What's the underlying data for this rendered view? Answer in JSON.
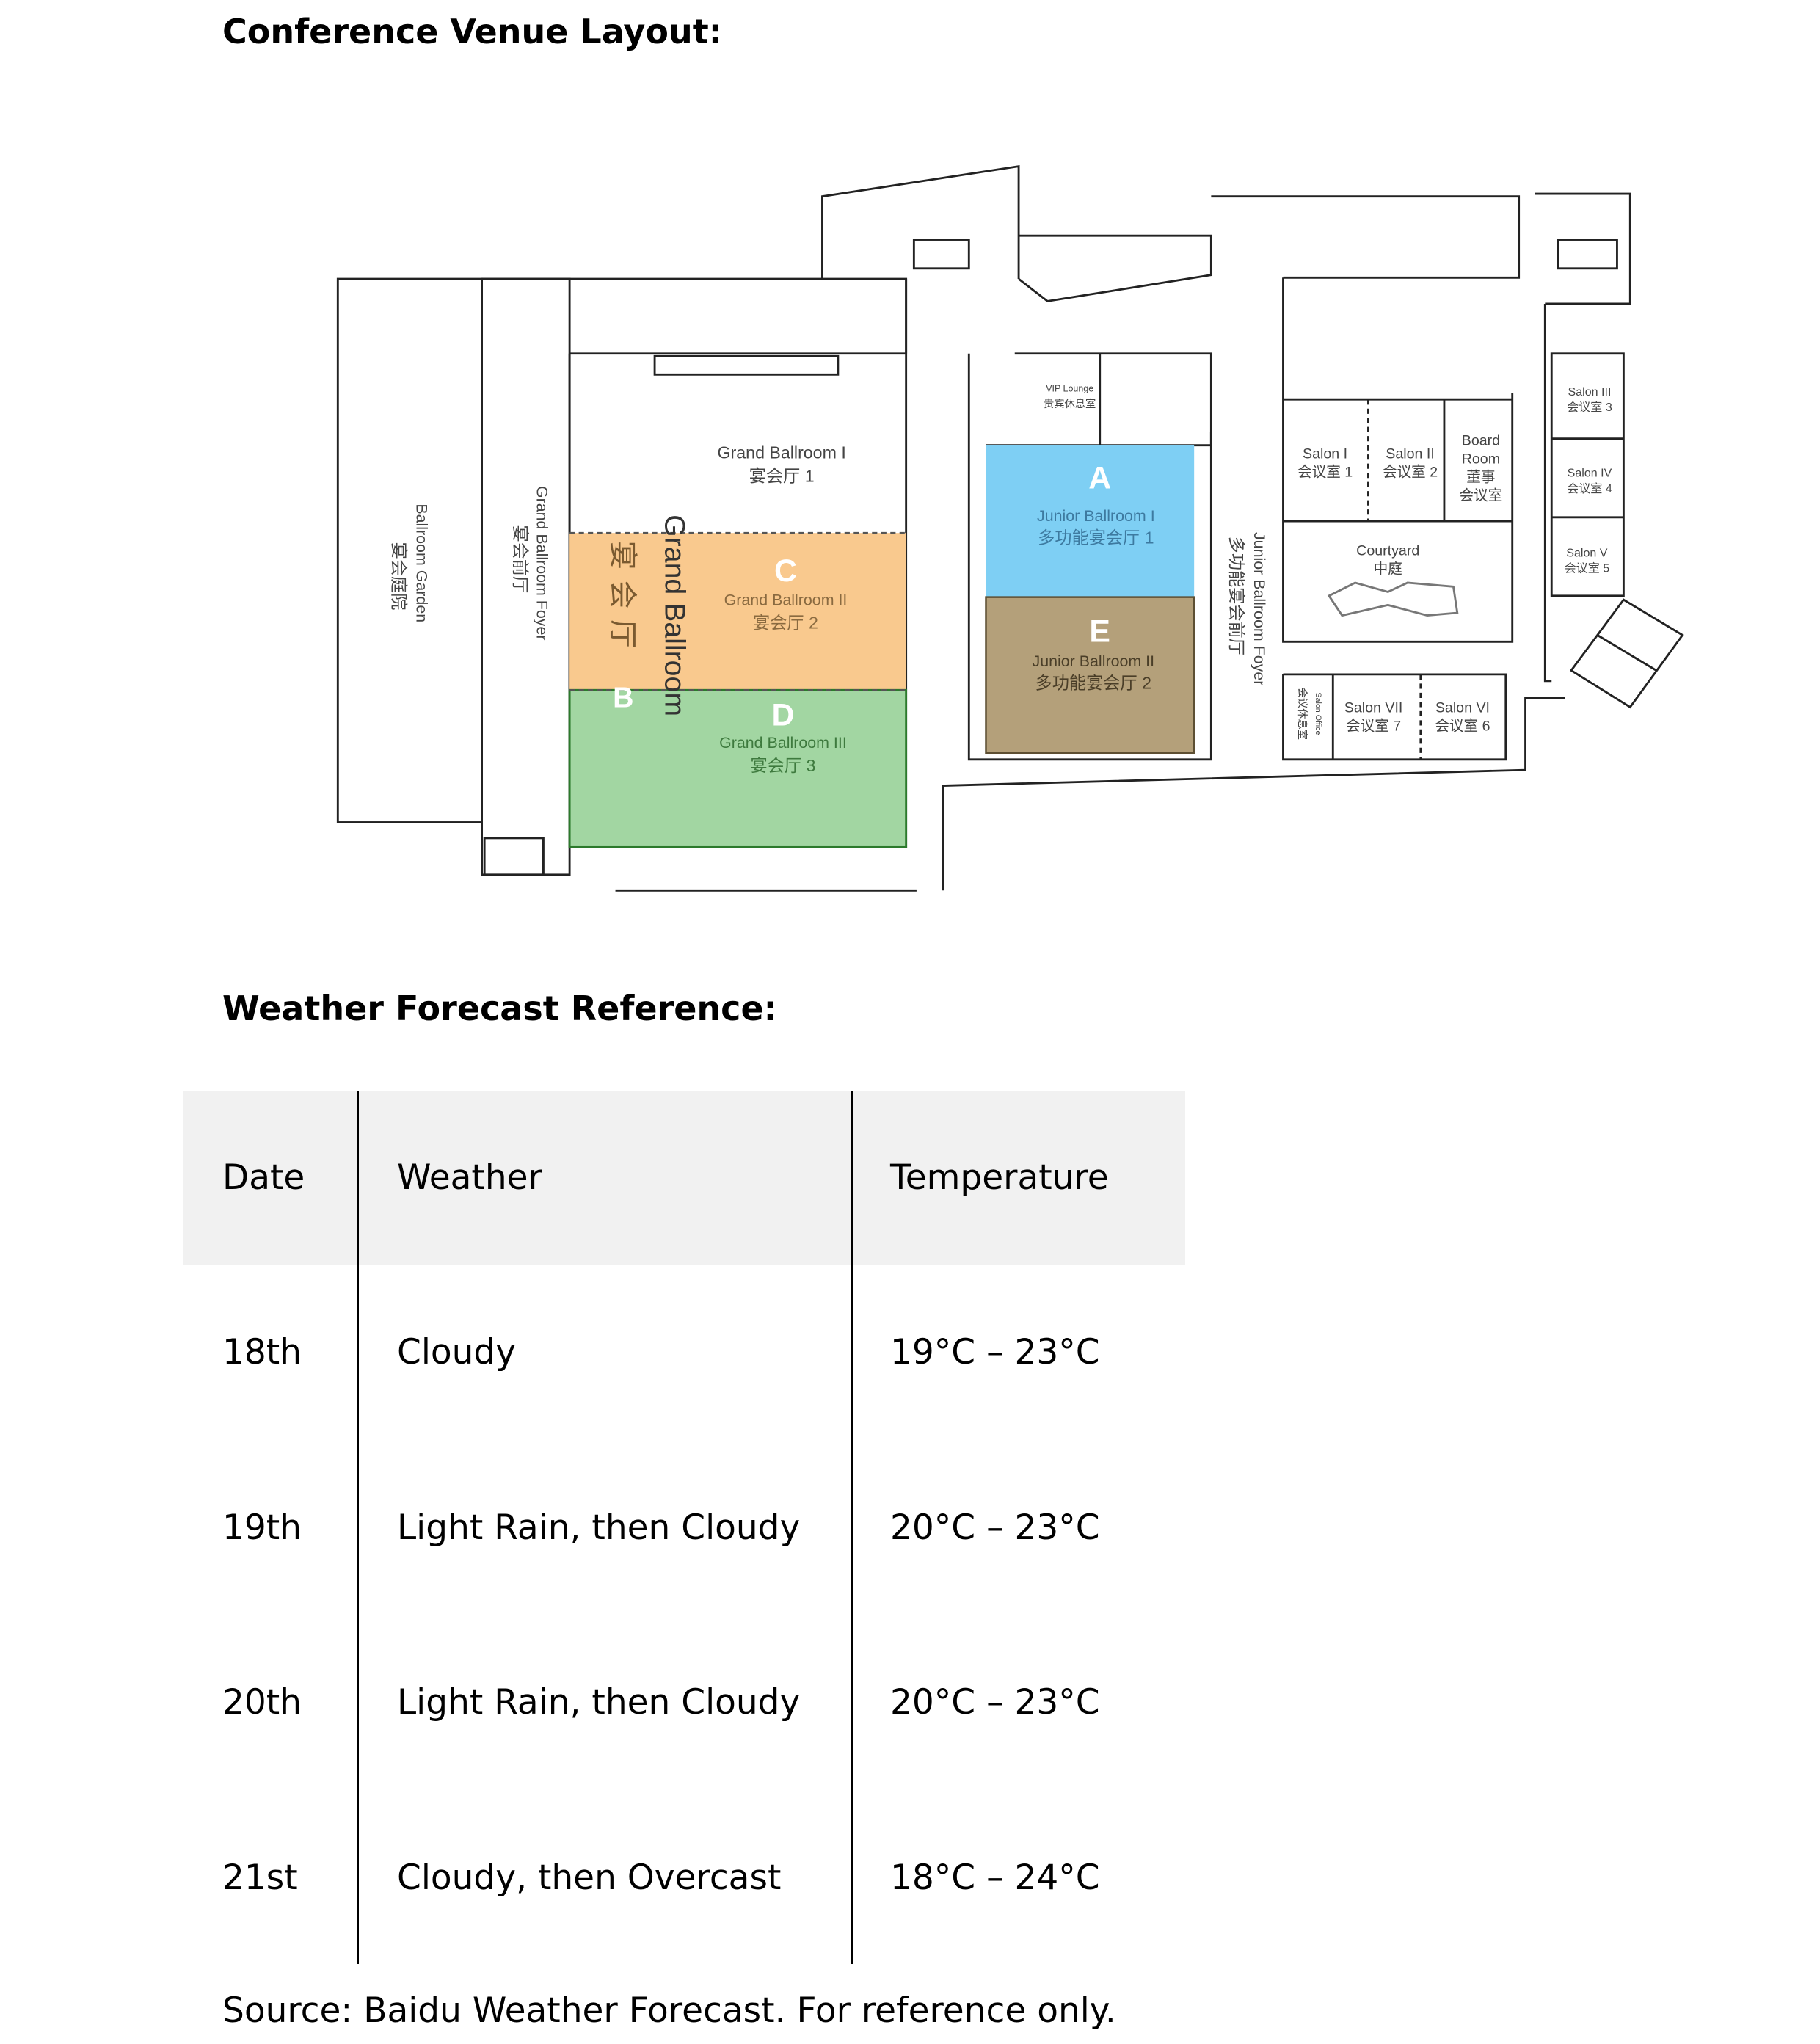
{
  "headings": {
    "venue": "Conference Venue Layout:",
    "weather": "Weather Forecast Reference:"
  },
  "plan": {
    "garden_en": "Ballroom Garden",
    "garden_cn": "宴会庭院",
    "foyer_en": "Grand Ballroom Foyer",
    "foyer_cn": "宴会前厅",
    "gb_vertical_en": "Grand Ballroom",
    "gb_vertical_cn": "宴会厅",
    "gb1_en": "Grand Ballroom I",
    "gb1_cn": "宴会厅 1",
    "gb2_en": "Grand Ballroom II",
    "gb2_cn": "宴会厅 2",
    "gb3_en": "Grand Ballroom III",
    "gb3_cn": "宴会厅 3",
    "jb1_en": "Junior Ballroom I",
    "jb1_cn": "多功能宴会厅 1",
    "jb2_en": "Junior Ballroom II",
    "jb2_cn": "多功能宴会厅 2",
    "jfoyer_en": "Junior Ballroom Foyer",
    "jfoyer_cn": "多功能宴会前厅",
    "vip_en": "VIP Lounge",
    "vip_cn": "贵宾休息室",
    "salon1_en": "Salon I",
    "salon1_cn": "会议室 1",
    "salon2_en": "Salon II",
    "salon2_cn": "会议室 2",
    "board_en1": "Board",
    "board_en2": "Room",
    "board_cn1": "董事",
    "board_cn2": "会议室",
    "salon3_en": "Salon III",
    "salon3_cn": "会议室 3",
    "salon4_en": "Salon IV",
    "salon4_cn": "会议室 4",
    "salon5_en": "Salon V",
    "salon5_cn": "会议室 5",
    "salon6_en": "Salon VI",
    "salon6_cn": "会议室 6",
    "salon7_en": "Salon VII",
    "salon7_cn": "会议室 7",
    "office_en": "Salon Office",
    "office_cn": "会议休息室",
    "courtyard_en": "Courtyard",
    "courtyard_cn": "中庭",
    "zones": {
      "a": "A",
      "b": "B",
      "c": "C",
      "d": "D",
      "e": "E"
    },
    "colors": {
      "a": "#7ecff4",
      "c": "#f9c98e",
      "d": "#a2d6a2",
      "e": "#b4a07a"
    }
  },
  "table": {
    "headers": [
      "Date",
      "Weather",
      "Temperature"
    ],
    "rows": [
      [
        "18th",
        "Cloudy",
        "19°C – 23°C"
      ],
      [
        "19th",
        "Light Rain, then Cloudy",
        "20°C – 23°C"
      ],
      [
        "20th",
        "Light Rain, then Cloudy",
        "20°C – 23°C"
      ],
      [
        "21st",
        "Cloudy, then Overcast",
        "18°C – 24°C"
      ]
    ]
  },
  "source": "Source: Baidu Weather Forecast. For reference only."
}
